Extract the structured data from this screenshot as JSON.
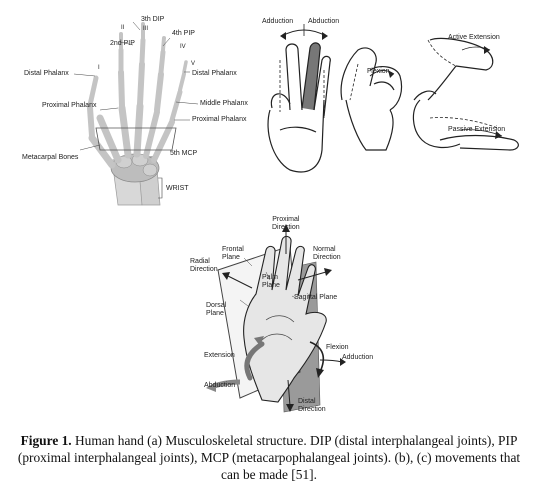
{
  "panel_a": {
    "labels": {
      "dip3": "3th DIP",
      "pip2": "2nd PIP",
      "pip4": "4th PIP",
      "distal_left": "Distal Phalanx",
      "distal_right": "Distal Phalanx",
      "proximal_left": "Proximal Phalanx",
      "middle": "Middle Phalanx",
      "proximal_right": "Proximal Phalanx",
      "mcp5": "5th MCP",
      "metacarpal": "Metacarpal Bones",
      "wrist": "WRIST",
      "num_i": "I",
      "num_ii": "II",
      "num_iii": "III",
      "num_iv": "IV",
      "num_v": "V"
    }
  },
  "panel_b": {
    "labels": {
      "adduction": "Adduction",
      "abduction": "Abduction",
      "flexion": "Flexion",
      "active_extension": "Active Extension",
      "passive_extension": "Passive Extension"
    }
  },
  "panel_c": {
    "labels": {
      "proximal_direction": "Proximal\nDirection",
      "frontal_plane": "Frontal\nPlane",
      "normal_direction": "Normal\nDirection",
      "radial_direction": "Radial\nDirection",
      "palm_plane": "Palm\nPlane",
      "sagittal_plane": "Sagittal Plane",
      "dorsal_plane": "Dorsal\nPlane",
      "extension": "Extension",
      "flexion": "Flexion",
      "adduction": "Adduction",
      "abduction": "Abduction",
      "distal_direction": "Distal\nDirection"
    }
  },
  "caption": {
    "figure_label": "Figure 1.",
    "text": " Human hand (a) Musculoskeletal structure. DIP (distal interphalangeal joints), PIP (proximal interphalangeal joints), MCP (metacarpophalangeal joints). (b), (c) movements that can be made [51]."
  },
  "colors": {
    "bone": "#c9c9c9",
    "plane_gray": "#9a9a9a",
    "ink": "#222222"
  }
}
